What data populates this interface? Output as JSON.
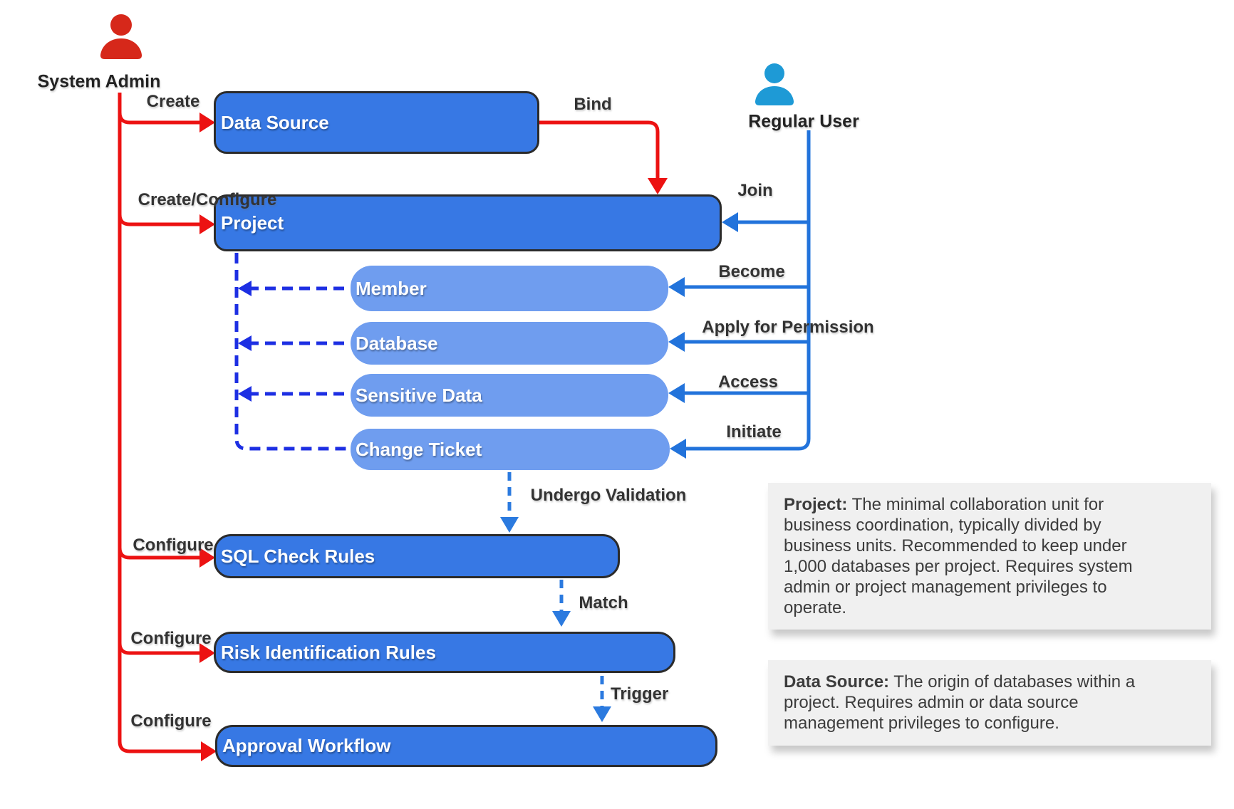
{
  "actors": [
    {
      "label": "System Admin"
    },
    {
      "label": "Regular User"
    }
  ],
  "nodes": [
    {
      "id": "data-source",
      "label": "Data Source"
    },
    {
      "id": "project",
      "label": "Project"
    },
    {
      "id": "member",
      "label": "Member"
    },
    {
      "id": "database",
      "label": "Database"
    },
    {
      "id": "sensitive-data",
      "label": "Sensitive Data"
    },
    {
      "id": "change-ticket",
      "label": "Change Ticket"
    },
    {
      "id": "sql-check-rules",
      "label": "SQL Check Rules"
    },
    {
      "id": "risk-identification-rules",
      "label": "Risk Identification Rules"
    },
    {
      "id": "approval-workflow",
      "label": "Approval Workflow"
    }
  ],
  "edge_labels": {
    "create": "Create",
    "create_configure": "Create/Configure",
    "bind": "Bind",
    "join": "Join",
    "become": "Become",
    "apply_for_permission": "Apply for Permission",
    "access": "Access",
    "initiate": "Initiate",
    "undergo_validation": "Undergo Validation",
    "configure_sql": "Configure",
    "match": "Match",
    "configure_risk": "Configure",
    "trigger": "Trigger",
    "configure_approval": "Configure"
  },
  "notes": [
    {
      "title": "Project:",
      "body": " The minimal collaboration unit for\nbusiness coordination, typically divided by\nbusiness units. Recommended to keep under\n1,000 databases per project. Requires system\nadmin or project management privileges to\noperate."
    },
    {
      "title": "Data Source:",
      "body": " The origin of databases within a\nproject. Requires admin or data source\nmanagement privileges to configure."
    }
  ],
  "colors": {
    "primary_box": "#3778E4",
    "secondary_box": "#6F9DEF",
    "admin_edge": "#EC1212",
    "user_edge": "#2273DB",
    "containment_edge": "#1D2FE3",
    "flow_edge": "#2B7ADF",
    "admin_icon": "#D6281A",
    "user_icon": "#1E9AD6",
    "note_bg": "#F0F0F0",
    "label_text": "#333333"
  }
}
